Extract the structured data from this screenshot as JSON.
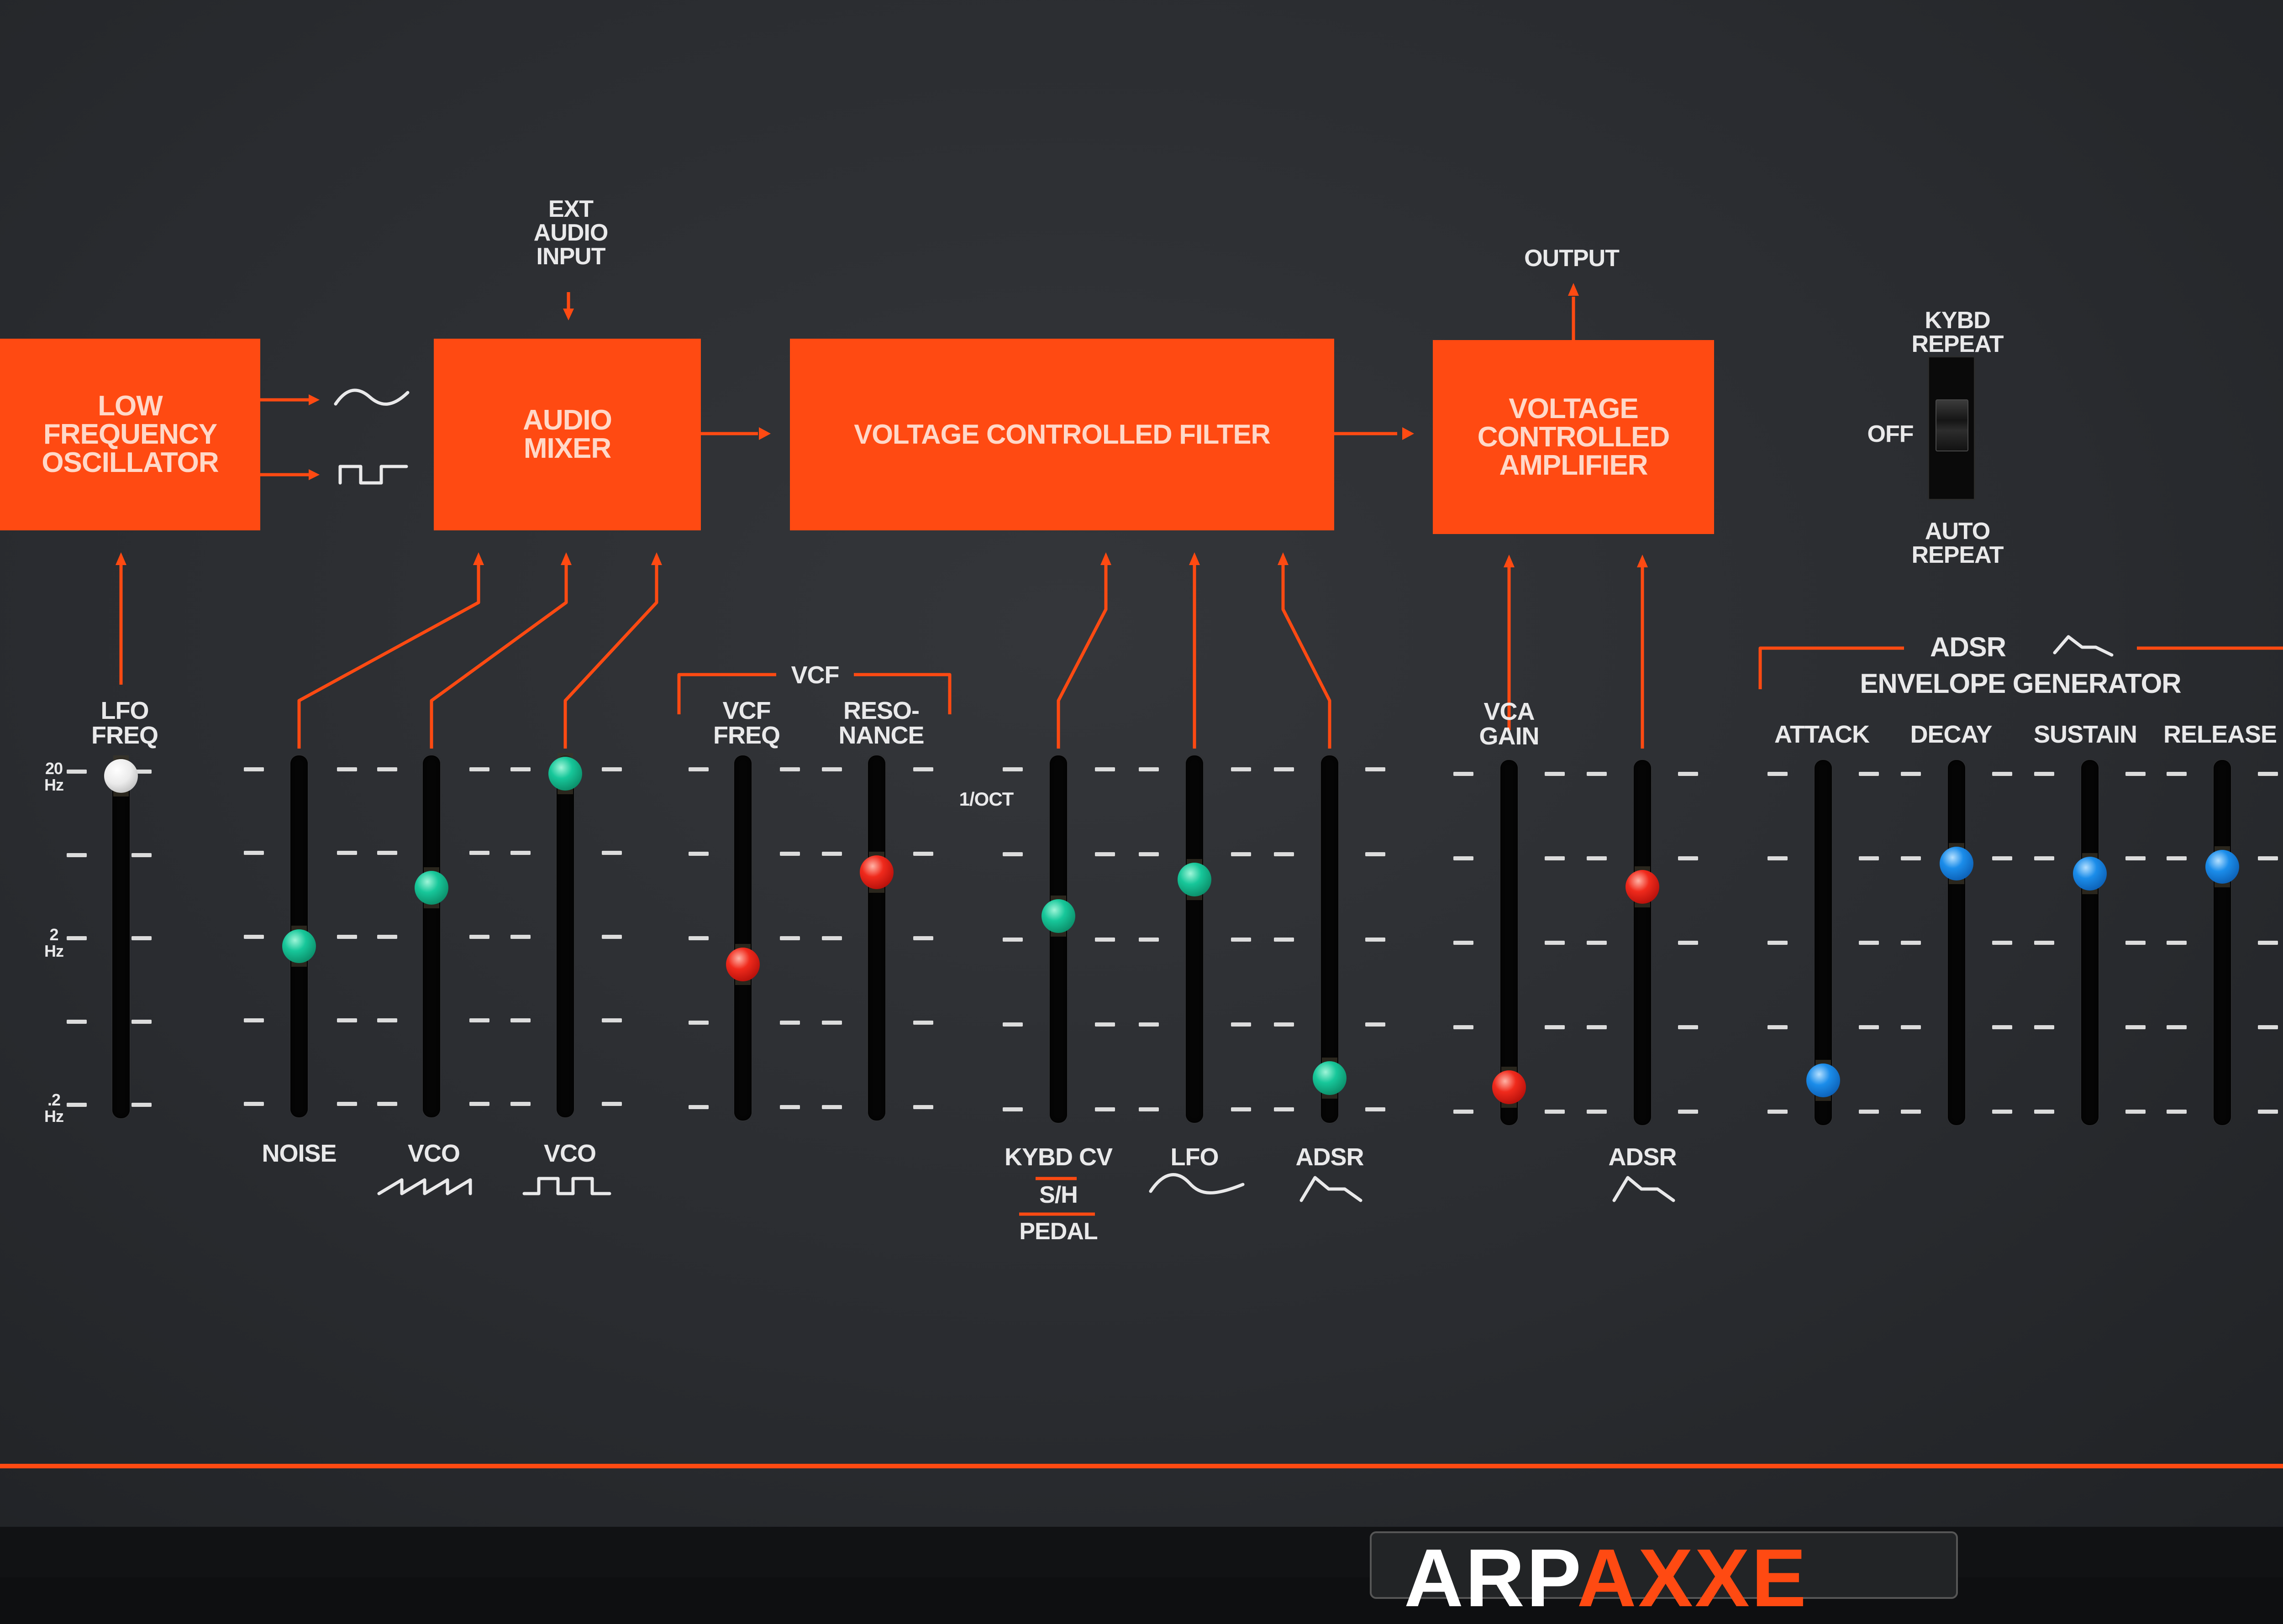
{
  "panel": {
    "colors": {
      "panel": "#2c2e31",
      "orange": "#ff4a12",
      "label": "#e9e9ea",
      "knob_green": "#17c79a",
      "knob_red": "#f02a1c",
      "knob_blue": "#1b8dea",
      "knob_white": "#ebebeb"
    },
    "blocks": {
      "lfo": "LOW\nFREQUENCY\nOSCILLATOR",
      "mixer": "AUDIO\nMIXER",
      "vcf": "VOLTAGE CONTROLLED FILTER",
      "vca": "VOLTAGE\nCONTROLLED\nAMPLIFIER"
    },
    "top_labels": {
      "ext_audio_input": "EXT\nAUDIO\nINPUT",
      "output": "OUTPUT"
    },
    "repeat_switch": {
      "top": "KYBD\nREPEAT",
      "off": "OFF",
      "bottom": "AUTO\nREPEAT",
      "icon": "toggle-switch-icon"
    },
    "lfo_scale": {
      "top": "20\nHz",
      "mid": "2\nHz",
      "bottom": ".2\nHz"
    },
    "group_headers": {
      "vcf": "VCF",
      "adsr": "ADSR",
      "envelope": "ENVELOPE GENERATOR",
      "one_oct": "1/OCT"
    },
    "sliders": [
      {
        "id": "lfo-freq",
        "top_label": "LFO\nFREQ",
        "bottom_label": "",
        "color": "white",
        "level": 1.0
      },
      {
        "id": "noise",
        "top_label": "",
        "bottom_label": "NOISE",
        "color": "green",
        "level": 0.47
      },
      {
        "id": "vco-saw",
        "top_label": "",
        "bottom_label": "VCO",
        "color": "green",
        "level": 0.65,
        "icon": "sawtooth-wave-icon"
      },
      {
        "id": "vco-square",
        "top_label": "",
        "bottom_label": "VCO",
        "color": "green",
        "level": 1.0,
        "icon": "square-wave-icon"
      },
      {
        "id": "vcf-freq",
        "top_label": "VCF\nFREQ",
        "bottom_label": "",
        "color": "red",
        "level": 0.42
      },
      {
        "id": "resonance",
        "top_label": "RESO-\nNANCE",
        "bottom_label": "",
        "color": "red",
        "level": 0.7
      },
      {
        "id": "kybd-cv",
        "top_label": "",
        "bottom_label": "KYBD CV",
        "sub1": "S/H",
        "sub2": "PEDAL",
        "color": "green",
        "level": 0.57
      },
      {
        "id": "lfo-mod",
        "top_label": "",
        "bottom_label": "LFO",
        "color": "green",
        "level": 0.68,
        "icon": "sine-wave-icon"
      },
      {
        "id": "adsr-vcf",
        "top_label": "",
        "bottom_label": "ADSR",
        "color": "green",
        "level": 0.08,
        "icon": "envelope-shape-icon"
      },
      {
        "id": "vca-gain",
        "top_label": "VCA\nGAIN",
        "bottom_label": "",
        "color": "red",
        "level": 0.06
      },
      {
        "id": "adsr-vca",
        "top_label": "",
        "bottom_label": "ADSR",
        "color": "red",
        "level": 0.67,
        "icon": "envelope-shape-icon"
      },
      {
        "id": "attack",
        "top_label": "ATTACK",
        "bottom_label": "",
        "color": "blue",
        "level": 0.08
      },
      {
        "id": "decay",
        "top_label": "DECAY",
        "bottom_label": "",
        "color": "blue",
        "level": 0.74
      },
      {
        "id": "sustain",
        "top_label": "SUSTAIN",
        "bottom_label": "",
        "color": "blue",
        "level": 0.71
      },
      {
        "id": "release",
        "top_label": "RELEASE",
        "bottom_label": "",
        "color": "blue",
        "level": 0.73
      }
    ],
    "logo": {
      "prefix": "ARP",
      "suffix": "AXXE",
      "prefix_color": "#ffffff",
      "suffix_color": "#ff4a12"
    }
  }
}
